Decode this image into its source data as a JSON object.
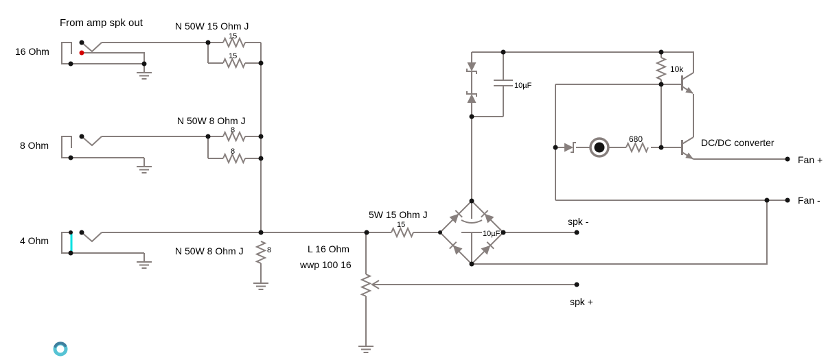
{
  "diagram": {
    "type": "circuit-schematic",
    "note": "From amp spk out"
  },
  "colors": {
    "background": "#ffffff",
    "wire": "#877f7d",
    "text": "#000000",
    "junction": "#141414",
    "contact_active": "#d40000",
    "selected_wire": "#00e1e1",
    "spinner": "#56c3d4"
  },
  "input_jacks": [
    {
      "label": "16 Ohm"
    },
    {
      "label": "8 Ohm"
    },
    {
      "label": "4 Ohm"
    }
  ],
  "components": {
    "r_pair_15": {
      "name": "N 50W 15 Ohm J",
      "values": [
        "15",
        "15"
      ]
    },
    "r_pair_8": {
      "name": "N 50W 8 Ohm J",
      "values": [
        "8",
        "8"
      ]
    },
    "r_shunt_8": {
      "name": "N 50W 8 Ohm J",
      "value": "8"
    },
    "r_series_15": {
      "name": "5W 15 Ohm J",
      "value": "15"
    },
    "pot": {
      "name": "L 16 Ohm",
      "subtitle": "wwp 100 16"
    },
    "cap_clamp": {
      "value": "10µF"
    },
    "cap_bridge": {
      "value": "10µF"
    },
    "r_10k": {
      "value": "10k"
    },
    "r_680": {
      "value": "680"
    },
    "dcdc_label": "DC/DC converter"
  },
  "terminals": {
    "fan_plus": "Fan +",
    "fan_minus": "Fan -",
    "spk_minus": "spk -",
    "spk_plus": "spk +"
  },
  "icons": {
    "spinner": "loading-spinner-icon"
  }
}
